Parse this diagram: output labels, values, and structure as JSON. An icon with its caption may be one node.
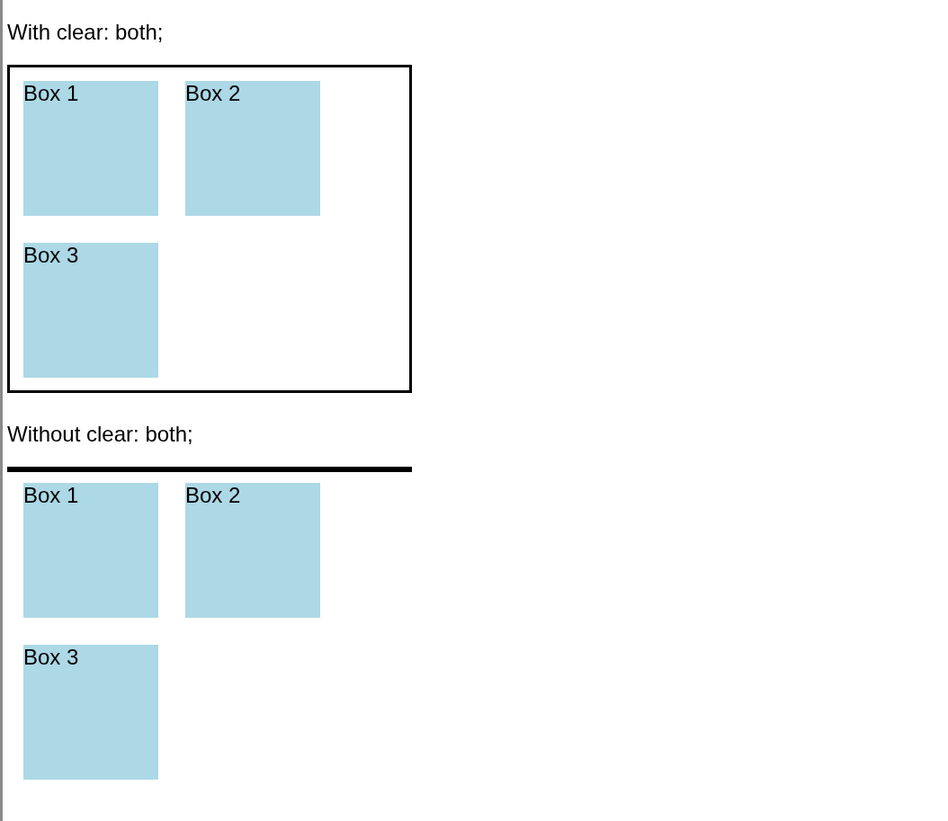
{
  "diagram": {
    "nodes": [
      {
        "text": [],
        "shape": "box"
      },
      {
        "text": [
          "Box 1"
        ],
        "in": 0
      },
      {
        "text": [
          "Box 2"
        ],
        "in": 0
      },
      {
        "text": [
          "Box 3"
        ],
        "in": 0
      },
      {
        "text": [],
        "shape": "bar"
      },
      {
        "text": [
          "Box 1"
        ]
      },
      {
        "text": [
          "Box 2"
        ]
      },
      {
        "text": [
          "Box 3"
        ]
      }
    ],
    "labels": [
      "With clear: both;",
      "Without clear: both;"
    ]
  }
}
